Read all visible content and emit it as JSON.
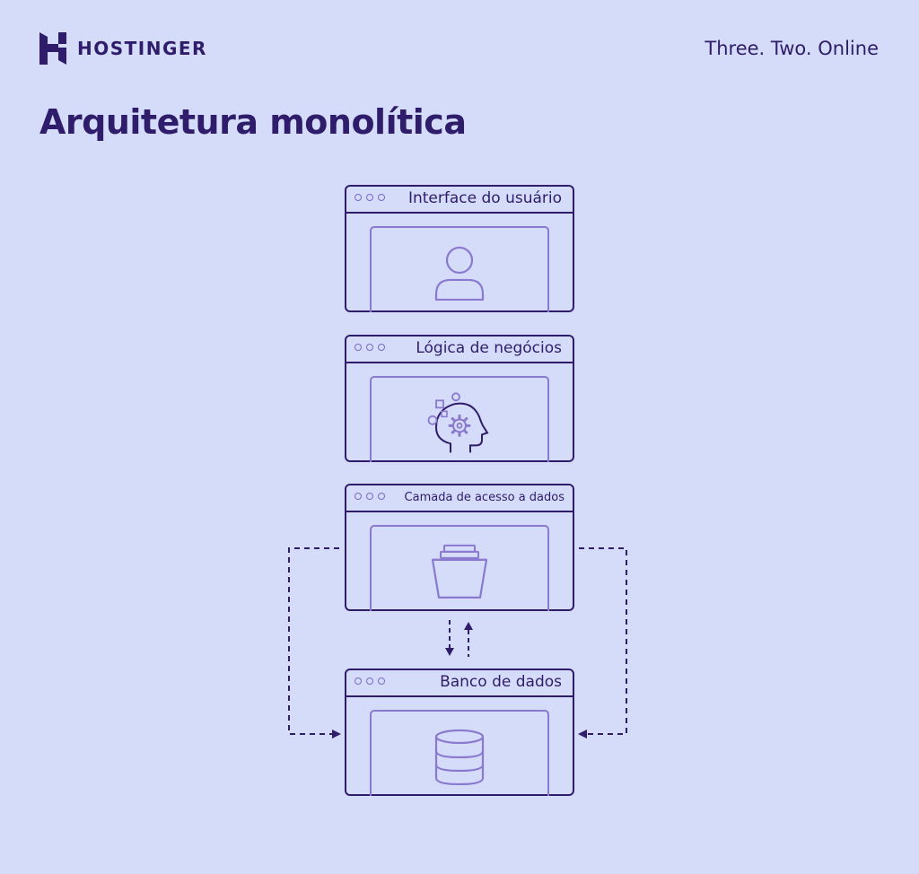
{
  "brand": {
    "name": "HOSTINGER",
    "tagline": "Three. Two. Online"
  },
  "title": "Arquitetura monolítica",
  "layers": [
    {
      "label": "Interface do usuário",
      "icon": "user-icon"
    },
    {
      "label": "Lógica de negócios",
      "icon": "brain-gear-icon"
    },
    {
      "label": "Camada de acesso a dados",
      "icon": "files-stack-icon"
    },
    {
      "label": "Banco de dados",
      "icon": "database-icon"
    }
  ],
  "colors": {
    "background": "#d5dcfa",
    "primary": "#2f1c6a",
    "accent": "#8a79cf"
  }
}
